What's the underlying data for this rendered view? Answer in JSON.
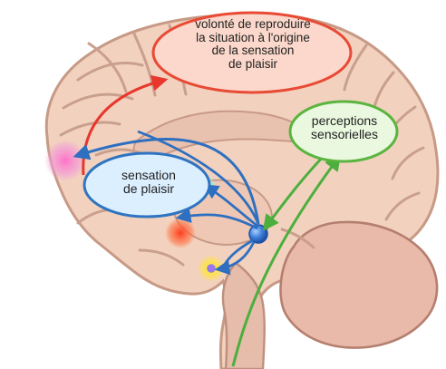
{
  "labels": {
    "volonte": {
      "lines": [
        "volonté de reproduire",
        "la situation à l'origine",
        "de la sensation",
        "de plaisir"
      ]
    },
    "sensation": {
      "lines": [
        "sensation",
        "de plaisir"
      ]
    },
    "perceptions": {
      "lines": [
        "perceptions",
        "sensorielles"
      ]
    }
  },
  "colors": {
    "brain_fill": "#f2d2bf",
    "brain_outline": "#c79a86",
    "cerebellum": "#e5b8a8",
    "volonte_border": "#e84a35",
    "volonte_fill": "#fbd8cb",
    "sensation_border": "#2f74c0",
    "sensation_fill": "#dcefff",
    "perceptions_border": "#5bb43f",
    "perceptions_fill": "#e9f8df",
    "arrow_red": "#e8382d",
    "arrow_blue": "#2f6fc0",
    "arrow_green": "#4caf3d",
    "spot_pink": "#ee8fcf",
    "spot_cyan": "#77e0e0",
    "spot_red": "#f43d26",
    "spot_yellow": "#ffe21f",
    "spot_purple": "#8d6cff"
  }
}
